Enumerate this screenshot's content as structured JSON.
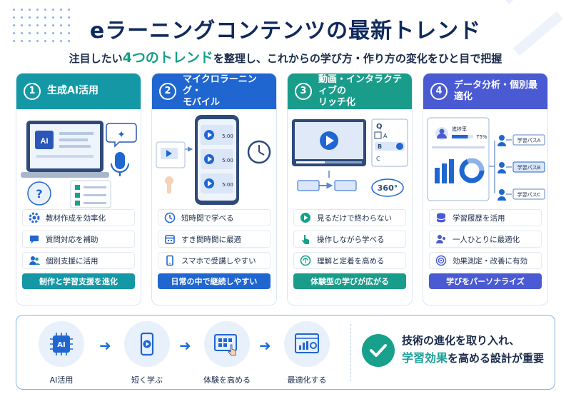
{
  "header": {
    "title": "eラーニングコンテンツの最新トレンド",
    "subtitle_pre": "注目したい",
    "subtitle_hl": "4つのトレンド",
    "subtitle_post": "を整理し、これからの学び方・作り方の変化をひと目で把握"
  },
  "colors": {
    "teal": "#1598a5",
    "blue": "#1f66d1",
    "teal2": "#1a9c8b",
    "indigo": "#4a5ad2"
  },
  "columns": [
    {
      "number": "1",
      "title": "生成AI活用",
      "illus": {
        "chip": "AI",
        "question": "?"
      },
      "features": [
        {
          "icon": "gear-icon",
          "label": "教材作成を効率化"
        },
        {
          "icon": "chat-icon",
          "label": "質問対応を補助"
        },
        {
          "icon": "users-icon",
          "label": "個別支援に活用"
        }
      ],
      "footer": "制作と学習支援を進化"
    },
    {
      "number": "2",
      "title_line1": "マイクロラーニング・",
      "title_line2": "モバイル",
      "illus": {
        "durations": [
          "5:00",
          "5:00",
          "5:00"
        ]
      },
      "features": [
        {
          "icon": "clock-icon",
          "label": "短時間で学べる"
        },
        {
          "icon": "calendar-icon",
          "label": "すき間時間に最適"
        },
        {
          "icon": "smartphone-icon",
          "label": "スマホで受講しやすい"
        }
      ],
      "footer": "日常の中で継続しやすい"
    },
    {
      "number": "3",
      "title_line1": "動画・インタラクティブの",
      "title_line2": "リッチ化",
      "illus": {
        "quiz": [
          "Q",
          "A",
          "B",
          "C"
        ],
        "badge": "360°"
      },
      "features": [
        {
          "icon": "play-icon",
          "label": "見るだけで終わらない"
        },
        {
          "icon": "pointer-icon",
          "label": "操作しながら学べる"
        },
        {
          "icon": "brain-icon",
          "label": "理解と定着を高める"
        }
      ],
      "footer": "体験型の学びが広がる"
    },
    {
      "number": "4",
      "title": "データ分析・個別最適化",
      "illus": {
        "progress_label": "進捗率",
        "progress_value": "75%",
        "progress": 0.75,
        "paths": [
          "学習パスA",
          "学習パスB",
          "学習パスC"
        ]
      },
      "features": [
        {
          "icon": "database-icon",
          "label": "学習履歴を活用"
        },
        {
          "icon": "person-icon",
          "label": "一人ひとりに最適化"
        },
        {
          "icon": "target-icon",
          "label": "効果測定・改善に有効"
        }
      ],
      "footer": "学びをパーソナライズ"
    }
  ],
  "flow": {
    "steps": [
      {
        "icon": "ai-chip-icon",
        "label": "AI活用"
      },
      {
        "icon": "smartphone-play-icon",
        "label": "短く学ぶ"
      },
      {
        "icon": "touch-screen-icon",
        "label": "体験を高める"
      },
      {
        "icon": "analytics-icon",
        "label": "最適化する"
      }
    ],
    "conclusion_line1": "技術の進化を取り入れ、",
    "conclusion_hl": "学習効果",
    "conclusion_line2": "を高める設計が重要"
  }
}
